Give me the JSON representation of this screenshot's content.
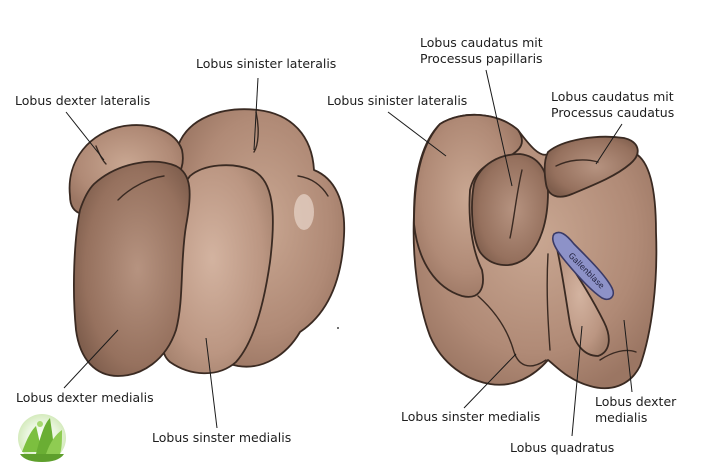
{
  "left_view": {
    "labels": {
      "lobus_dexter_lateralis": "Lobus dexter lateralis",
      "lobus_sinister_lateralis": "Lobus sinister lateralis",
      "lobus_dexter_medialis": "Lobus dexter medialis",
      "lobus_sinster_medialis": "Lobus sinster medialis"
    }
  },
  "right_view": {
    "labels": {
      "lobus_caudatus_papillaris_line1": "Lobus caudatus mit",
      "lobus_caudatus_papillaris_line2": "Processus papillaris",
      "lobus_sinister_lateralis": "Lobus sinister lateralis",
      "lobus_caudatus_caudatus_line1": "Lobus caudatus mit",
      "lobus_caudatus_caudatus_line2": "Processus caudatus",
      "gallenblase": "Gallenblase",
      "lobus_sinster_medialis": "Lobus sinster medialis",
      "lobus_dexter_medialis_line1": "Lobus dexter",
      "lobus_dexter_medialis_line2": "medialis",
      "lobus_quadratus": "Lobus quadratus"
    }
  },
  "colors": {
    "liver_base": "#b48f7b",
    "liver_dark": "#8f6b58",
    "liver_light": "#c7a48f",
    "gallbladder": "#8a8fc6",
    "outline": "#3a2a22",
    "logo_green": "#7cbf3f"
  },
  "logo": {
    "icon": "green-meadow-logo-icon"
  }
}
